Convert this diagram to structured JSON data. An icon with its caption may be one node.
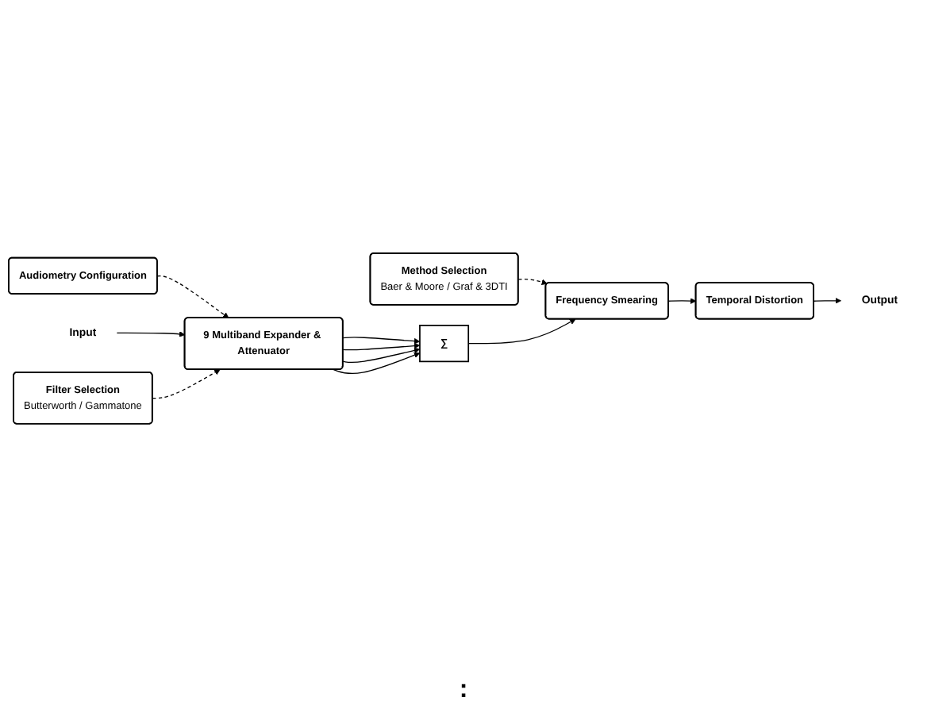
{
  "diagram": {
    "nodes": [
      {
        "text": [
          "Audiometry Configuration"
        ]
      },
      {
        "text": [
          "Method Selection",
          "Baer & Moore / Graf & 3DTI"
        ]
      },
      {
        "text": [
          "Input"
        ]
      },
      {
        "text": [
          "9 Multiband Expander & Attenuator"
        ]
      },
      {
        "text": [
          "∑"
        ]
      },
      {
        "text": [
          "Frequency Smearing"
        ]
      },
      {
        "text": [
          "Filter Selection",
          "Butterworth / Gammatone"
        ]
      },
      {
        "text": [
          "Temporal Distortion"
        ]
      },
      {
        "text": [
          "Output"
        ]
      }
    ],
    "edges": [
      {
        "from": 0,
        "to": 3,
        "arrow": "to",
        "style": "dashed"
      },
      {
        "from": 1,
        "to": 5,
        "arrow": "to",
        "style": "dashed"
      },
      {
        "from": 2,
        "to": 3,
        "arrow": "to"
      },
      {
        "from": 3,
        "to": 4,
        "arrow": "to"
      },
      {
        "from": 3,
        "to": 4,
        "arrow": "to"
      },
      {
        "from": 3,
        "to": 4,
        "arrow": "to"
      },
      {
        "from": 3,
        "to": 4,
        "arrow": "to"
      },
      {
        "from": 4,
        "to": 5,
        "arrow": "to"
      },
      {
        "from": 6,
        "to": 3,
        "arrow": "to",
        "style": "dashed"
      },
      {
        "from": 5,
        "to": 7,
        "arrow": "to"
      },
      {
        "from": 7,
        "to": 8,
        "arrow": "to"
      }
    ],
    "labels": [
      ":"
    ]
  }
}
